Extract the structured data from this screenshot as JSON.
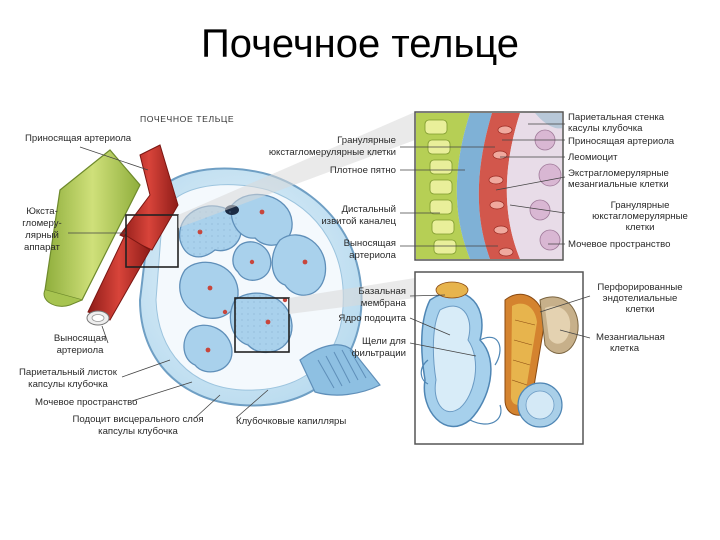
{
  "title": "Почечное тельце",
  "colors": {
    "capsule": "#cfe6f3",
    "capillary": "#9cc8e6",
    "artery": "#c8322a",
    "tubule_green": "#b7cf5a",
    "inset_frame": "#555555"
  },
  "labels": {
    "main_caption": "ПОЧЕЧНОЕ ТЕЛЬЦЕ",
    "afferent_arteriole": "Приносящая артериола",
    "jga": [
      "Юкста-",
      "гломеру-",
      "лярный",
      "аппарат"
    ],
    "efferent_arteriole": [
      "Выносящая",
      "артериола"
    ],
    "parietal_layer": [
      "Париетальный листок",
      "капсулы клубочка"
    ],
    "urinary_space": "Мочевое пространство",
    "podocyte": [
      "Подоцит  висцерального слоя",
      "капсулы клубочка"
    ],
    "glomerular_capillaries": "Клубочковые капилляры",
    "granular_jg_cells": [
      "Гранулярные",
      "юкстагломерулярные клетки"
    ],
    "macula_densa": "Плотное пятно",
    "distal_tubule": [
      "Дистальный",
      "извитой каналец"
    ],
    "efferent_arteriole_mid": [
      "Выносящая",
      "артериола"
    ],
    "basement_membrane": [
      "Базальная",
      "мембрана"
    ],
    "podocyte_nucleus": "Ядро подоцита",
    "filtration_slits": [
      "Щели для",
      "фильтрации"
    ],
    "parietal_wall": [
      "Париетальная стенка",
      "касулы клубочка"
    ],
    "afferent_arteriole_right": "Приносящая артериола",
    "leiomyocyte": "Леомиоцит",
    "extraglomerular_mesangial": [
      "Экстрагломерулярные",
      "мезангиальные клетки"
    ],
    "granular_jg_right": [
      "Гранулярные",
      "юкстагломерулярные",
      "клетки"
    ],
    "urinary_space_right": "Мочевое пространство",
    "fenestrated_endothelial": [
      "Перфорированные",
      "эндотелиальные",
      "клетки"
    ],
    "mesangial_cell": [
      "Мезангиальная",
      "клетка"
    ]
  }
}
